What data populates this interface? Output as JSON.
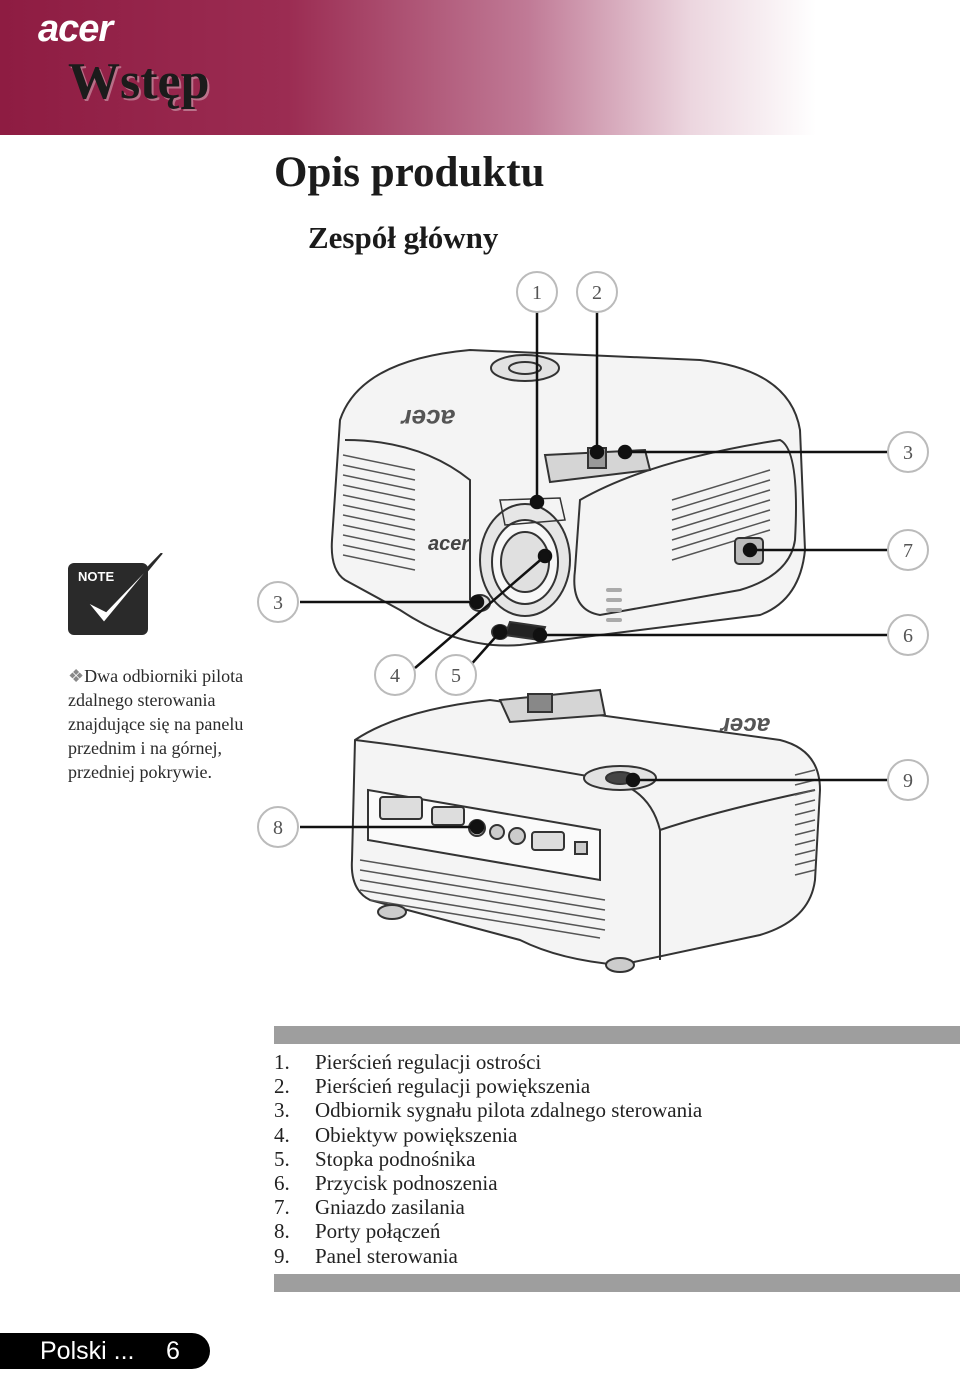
{
  "header": {
    "brand": "acer",
    "section_title": "Wstęp"
  },
  "page": {
    "heading": "Opis produktu",
    "subheading": "Zespół główny"
  },
  "note": {
    "badge": "NOTE",
    "text": "Dwa odbiorniki pilota zdalnego sterowania znajdujące się na panelu przednim i na górnej, przedniej pokrywie."
  },
  "callouts": {
    "c1": "1",
    "c2": "2",
    "c3a": "3",
    "c7": "7",
    "c3b": "3",
    "c6": "6",
    "c4": "4",
    "c5": "5",
    "c9": "9",
    "c8": "8"
  },
  "legend": {
    "items": [
      {
        "num": "1.",
        "label": "Pierścień regulacji ostrości"
      },
      {
        "num": "2.",
        "label": "Pierścień regulacji powiększenia"
      },
      {
        "num": "3.",
        "label": "Odbiornik sygnału pilota zdalnego sterowania"
      },
      {
        "num": "4.",
        "label": "Obiektyw powiększenia"
      },
      {
        "num": "5.",
        "label": "Stopka podnośnika"
      },
      {
        "num": "6.",
        "label": "Przycisk podnoszenia"
      },
      {
        "num": "7.",
        "label": "Gniazdo zasilania"
      },
      {
        "num": "8.",
        "label": "Porty połączeń"
      },
      {
        "num": "9.",
        "label": "Panel sterowania"
      }
    ]
  },
  "footer": {
    "language": "Polski ...",
    "page_number": "6"
  },
  "colors": {
    "header_start": "#8e1c42",
    "legend_bar": "#9e9e9e",
    "footer_bg": "#000000"
  }
}
